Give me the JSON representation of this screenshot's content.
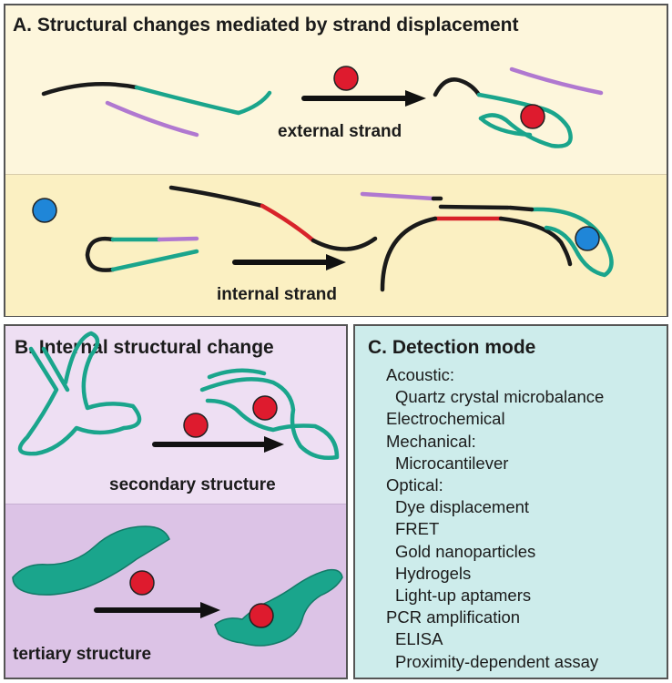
{
  "panel_a": {
    "title": "A. Structural changes mediated by strand displacement",
    "external_label": "external strand",
    "internal_label": "internal strand"
  },
  "panel_b": {
    "title": "B. Internal structural change",
    "secondary_label": "secondary structure",
    "tertiary_label": "tertiary structure"
  },
  "panel_c": {
    "title": "C. Detection mode",
    "items": [
      {
        "text": "Acoustic:",
        "level": 0
      },
      {
        "text": "Quartz crystal microbalance",
        "level": 1
      },
      {
        "text": "Electrochemical",
        "level": 0
      },
      {
        "text": "Mechanical:",
        "level": 0
      },
      {
        "text": "Microcantilever",
        "level": 1
      },
      {
        "text": "Optical:",
        "level": 0
      },
      {
        "text": "Dye displacement",
        "level": 1
      },
      {
        "text": "FRET",
        "level": 1
      },
      {
        "text": "Gold nanoparticles",
        "level": 1
      },
      {
        "text": "Hydrogels",
        "level": 1
      },
      {
        "text": "Light-up aptamers",
        "level": 1
      },
      {
        "text": "PCR amplification",
        "level": 0
      },
      {
        "text": "ELISA",
        "level": 1
      },
      {
        "text": "Proximity-dependent assay",
        "level": 1
      }
    ]
  },
  "colors": {
    "strand_black": "#1a1a1a",
    "aptamer_teal": "#1aa58c",
    "complement_purple": "#b078d0",
    "linker_red": "#d8232a",
    "target_red": "#de1b2e",
    "target_blue": "#1f86d8",
    "tertiary_fill": "#1aa58c"
  }
}
